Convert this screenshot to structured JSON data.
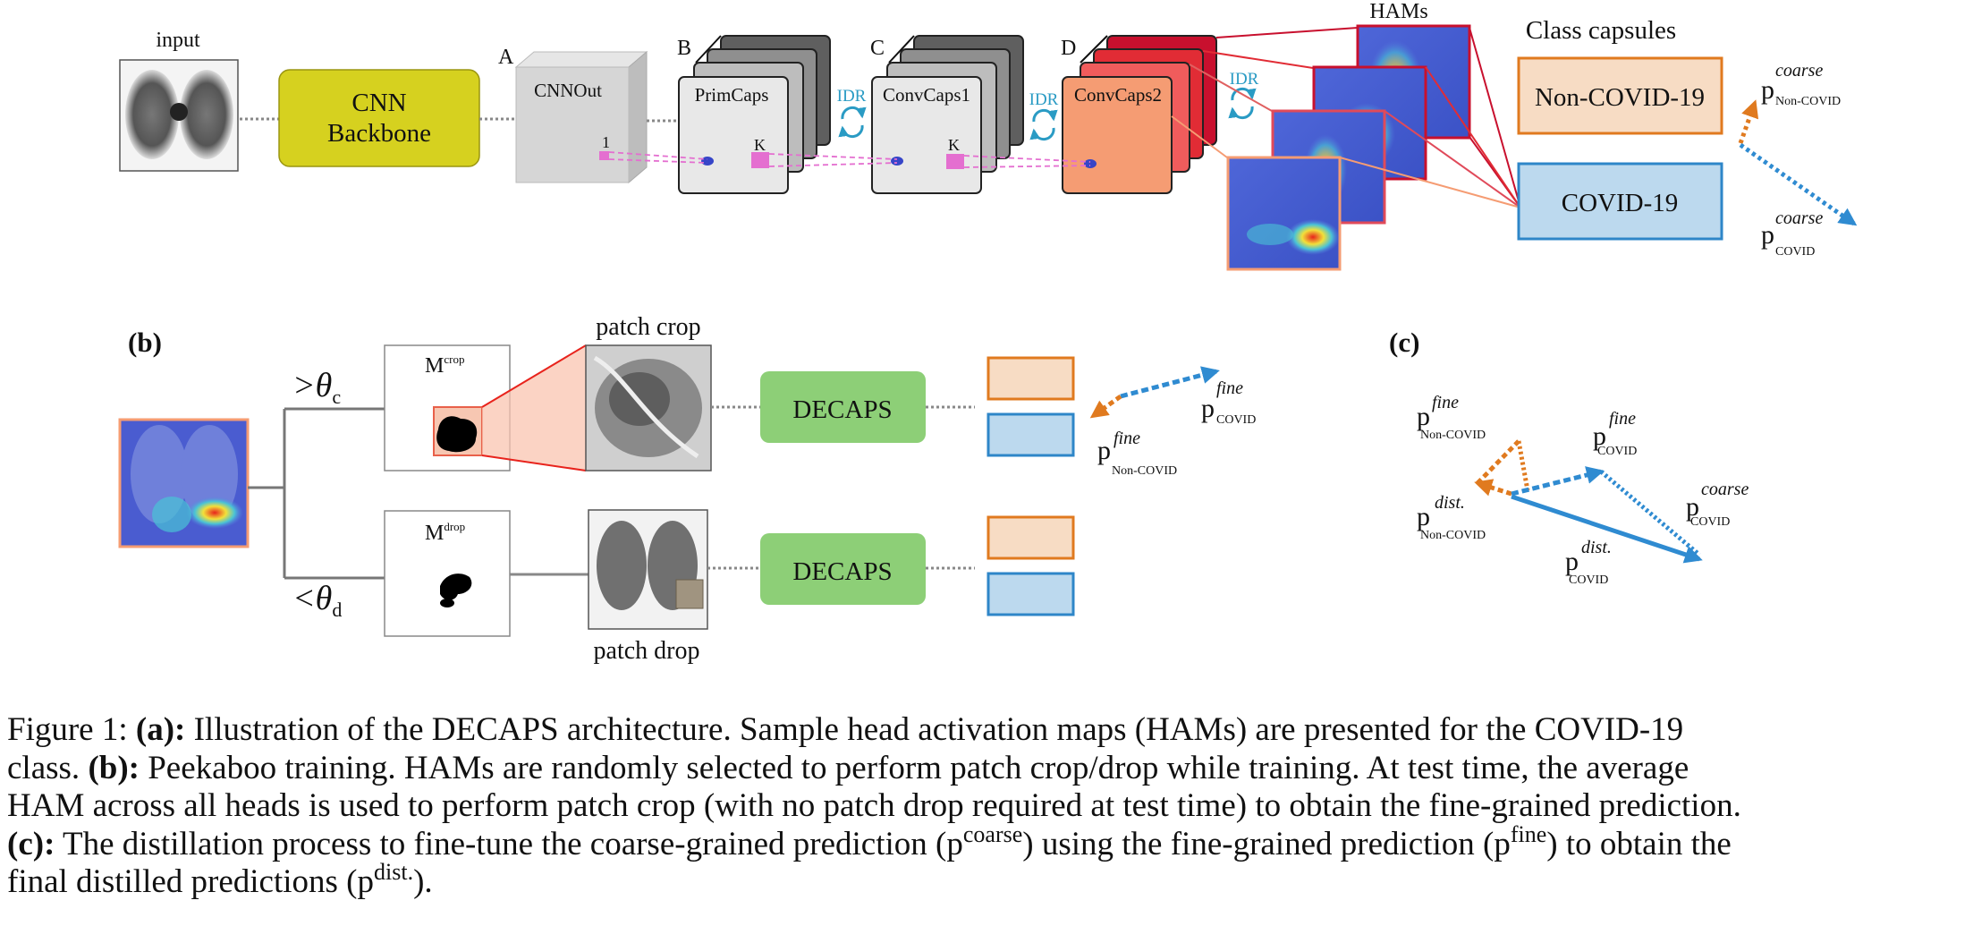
{
  "panel_a": {
    "input_label": "input",
    "cnn_backbone": [
      "CNN",
      "Backbone"
    ],
    "letter_a": "A",
    "letter_b": "B",
    "letter_c": "C",
    "letter_d": "D",
    "cnnout_label": "CNNOut",
    "index_1": "1",
    "primcaps_label": "PrimCaps",
    "convcaps1_label": "ConvCaps1",
    "convcaps2_label": "ConvCaps2",
    "k_label": "K",
    "idr_label": "IDR",
    "hams_label": "HAMs",
    "class_capsules_label": "Class capsules",
    "noncovid_capsule": "Non-COVID-19",
    "covid_capsule": "COVID-19",
    "p": "p",
    "sup_coarse": "coarse",
    "sub_noncovid": "Non-COVID",
    "sub_covid": "COVID"
  },
  "panel_b": {
    "label": "(b)",
    "gt_theta": ">θ",
    "sub_c": "c",
    "lt_theta": "<θ",
    "sub_d": "d",
    "m": "M",
    "crop_sup": "crop",
    "drop_sup": "drop",
    "patch_crop": "patch crop",
    "patch_drop": "patch drop",
    "decaps": "DECAPS",
    "p": "p",
    "sup_fine": "fine",
    "sub_covid": "COVID",
    "sub_noncovid": "Non-COVID"
  },
  "panel_c": {
    "label": "(c)",
    "p": "p",
    "sup_fine": "fine",
    "sup_dist": "dist.",
    "sup_coarse": "coarse",
    "sub_noncovid": "Non-COVID",
    "sub_covid": "COVID"
  },
  "caption": {
    "l1_a": "Figure 1: ",
    "l1_b": "(a):",
    "l1_c": " Illustration of the DECAPS architecture. Sample head activation maps (HAMs) are presented for the COVID-19",
    "l2_a": "class. ",
    "l2_b": "(b):",
    "l2_c": " Peekaboo training. HAMs are randomly selected to perform patch crop/drop while training. At test time, the average",
    "l3": "HAM across all heads is used to perform patch crop (with no patch drop required at test time) to obtain the fine-grained prediction.",
    "l4_b": "(c):",
    "l4_c": " The distillation process to fine-tune the coarse-grained prediction (p",
    "l4_sup1": "coarse",
    "l4_d": ") using the fine-grained prediction (p",
    "l4_sup2": "fine",
    "l4_e": ") to obtain the",
    "l5_a": "final distilled predictions (p",
    "l5_sup": "dist.",
    "l5_b": ")."
  },
  "colors": {
    "backbone": "#d6d11f",
    "capsule_orange_fill": "#f7dcc4",
    "capsule_orange_border": "#e07a1f",
    "capsule_blue_fill": "#bcd9ee",
    "capsule_blue_border": "#2e86c8",
    "decaps": "#8dcf77",
    "convcaps2": "#f59c73",
    "red": "#d42a2a",
    "pink": "#e060c0",
    "orange_arrow": "#e07a1f",
    "blue_arrow": "#2f8bd1"
  }
}
